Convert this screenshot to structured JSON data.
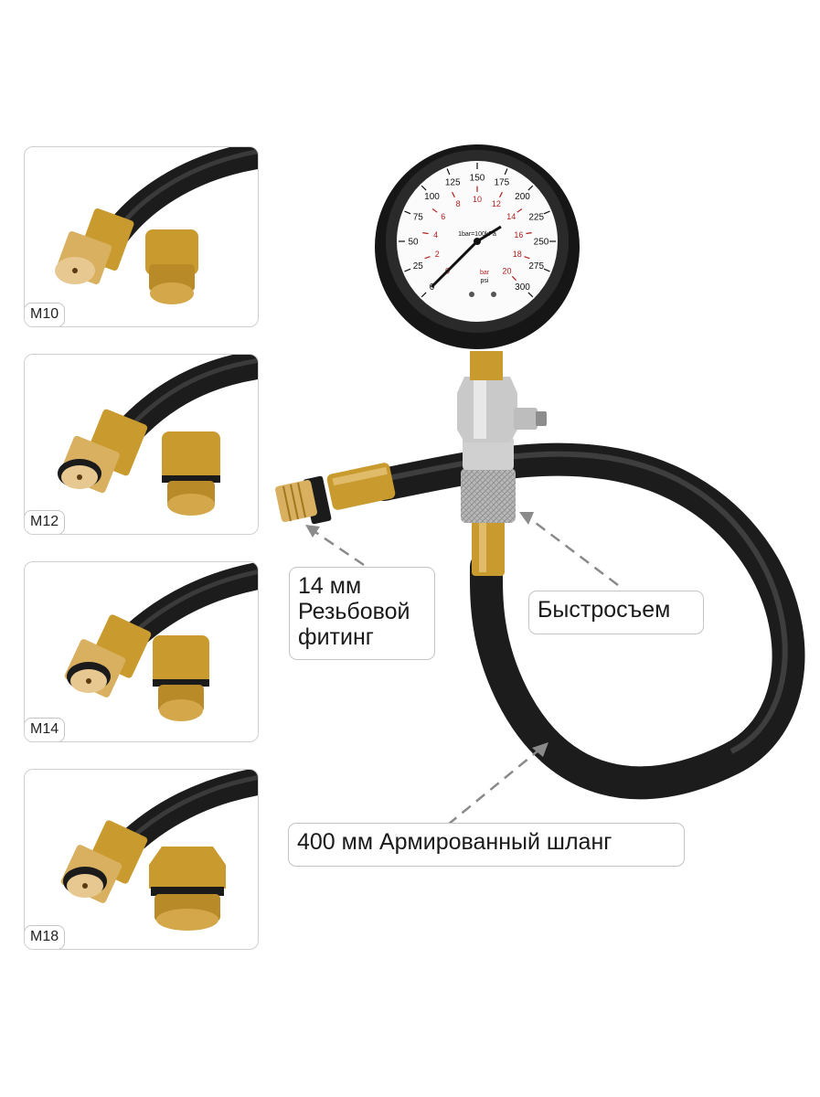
{
  "thumbnails": [
    {
      "label": "M10"
    },
    {
      "label": "M12"
    },
    {
      "label": "M14"
    },
    {
      "label": "M18"
    }
  ],
  "callouts": {
    "fitting": {
      "line1": "14 мм",
      "line2": "Резьбовой",
      "line3": "фитинг"
    },
    "coupler": {
      "text": "Быстросъем"
    },
    "hose": {
      "text": "400 мм Армированный шланг"
    }
  },
  "gauge": {
    "psi_ticks": [
      "0",
      "25",
      "50",
      "75",
      "100",
      "125",
      "150",
      "175",
      "200",
      "225",
      "250",
      "275",
      "300"
    ],
    "bar_ticks": [
      "0",
      "2",
      "4",
      "6",
      "8",
      "10",
      "12",
      "14",
      "16",
      "18",
      "20"
    ],
    "conversion_note": "1bar=100kPa",
    "unit_bar": "bar",
    "unit_psi": "psi"
  },
  "colors": {
    "brass": "#c99a2e",
    "hose": "#1c1c1c",
    "gauge_red": "#b02020",
    "arrow": "#8a8a8a"
  }
}
